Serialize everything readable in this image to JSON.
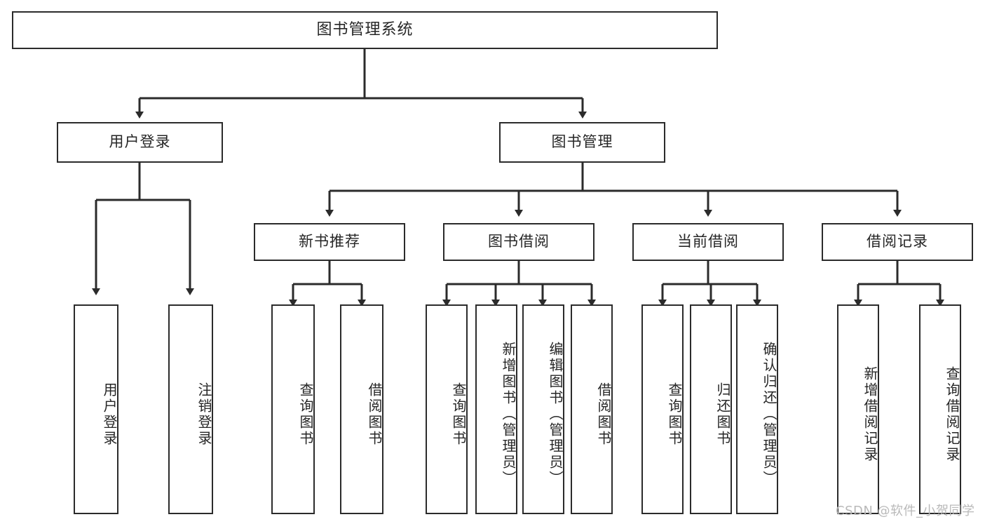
{
  "diagram": {
    "type": "tree",
    "title": "图书管理系统",
    "watermark": "CSDN @软件_小贺同学",
    "stroke_color": "#2b2b2b",
    "text_color": "#262626",
    "background": "#ffffff",
    "nodes": {
      "root": "图书管理系统",
      "level1": [
        "用户登录",
        "图书管理"
      ],
      "level2": [
        "新书推荐",
        "图书借阅",
        "当前借阅",
        "借阅记录"
      ],
      "leaves_user_login": [
        "用户登录",
        "注销登录"
      ],
      "leaves_new_book": [
        "查询图书",
        "借阅图书"
      ],
      "leaves_borrow": [
        "查询图书",
        "新增图书（管理员）",
        "编辑图书（管理员）",
        "借阅图书"
      ],
      "leaves_current": [
        "查询图书",
        "归还图书",
        "确认归还（管理员）"
      ],
      "leaves_record": [
        "新增借阅记录",
        "查询借阅记录"
      ]
    },
    "edges": [
      {
        "from": "图书管理系统",
        "to": "用户登录"
      },
      {
        "from": "图书管理系统",
        "to": "图书管理"
      },
      {
        "from": "用户登录",
        "to": "用户登录"
      },
      {
        "from": "用户登录",
        "to": "注销登录"
      },
      {
        "from": "图书管理",
        "to": "新书推荐"
      },
      {
        "from": "图书管理",
        "to": "图书借阅"
      },
      {
        "from": "图书管理",
        "to": "当前借阅"
      },
      {
        "from": "图书管理",
        "to": "借阅记录"
      },
      {
        "from": "新书推荐",
        "to": "查询图书"
      },
      {
        "from": "新书推荐",
        "to": "借阅图书"
      },
      {
        "from": "图书借阅",
        "to": "查询图书"
      },
      {
        "from": "图书借阅",
        "to": "新增图书（管理员）"
      },
      {
        "from": "图书借阅",
        "to": "编辑图书（管理员）"
      },
      {
        "from": "图书借阅",
        "to": "借阅图书"
      },
      {
        "from": "当前借阅",
        "to": "查询图书"
      },
      {
        "from": "当前借阅",
        "to": "归还图书"
      },
      {
        "from": "当前借阅",
        "to": "确认归还（管理员）"
      },
      {
        "from": "借阅记录",
        "to": "新增借阅记录"
      },
      {
        "from": "借阅记录",
        "to": "查询借阅记录"
      }
    ]
  }
}
